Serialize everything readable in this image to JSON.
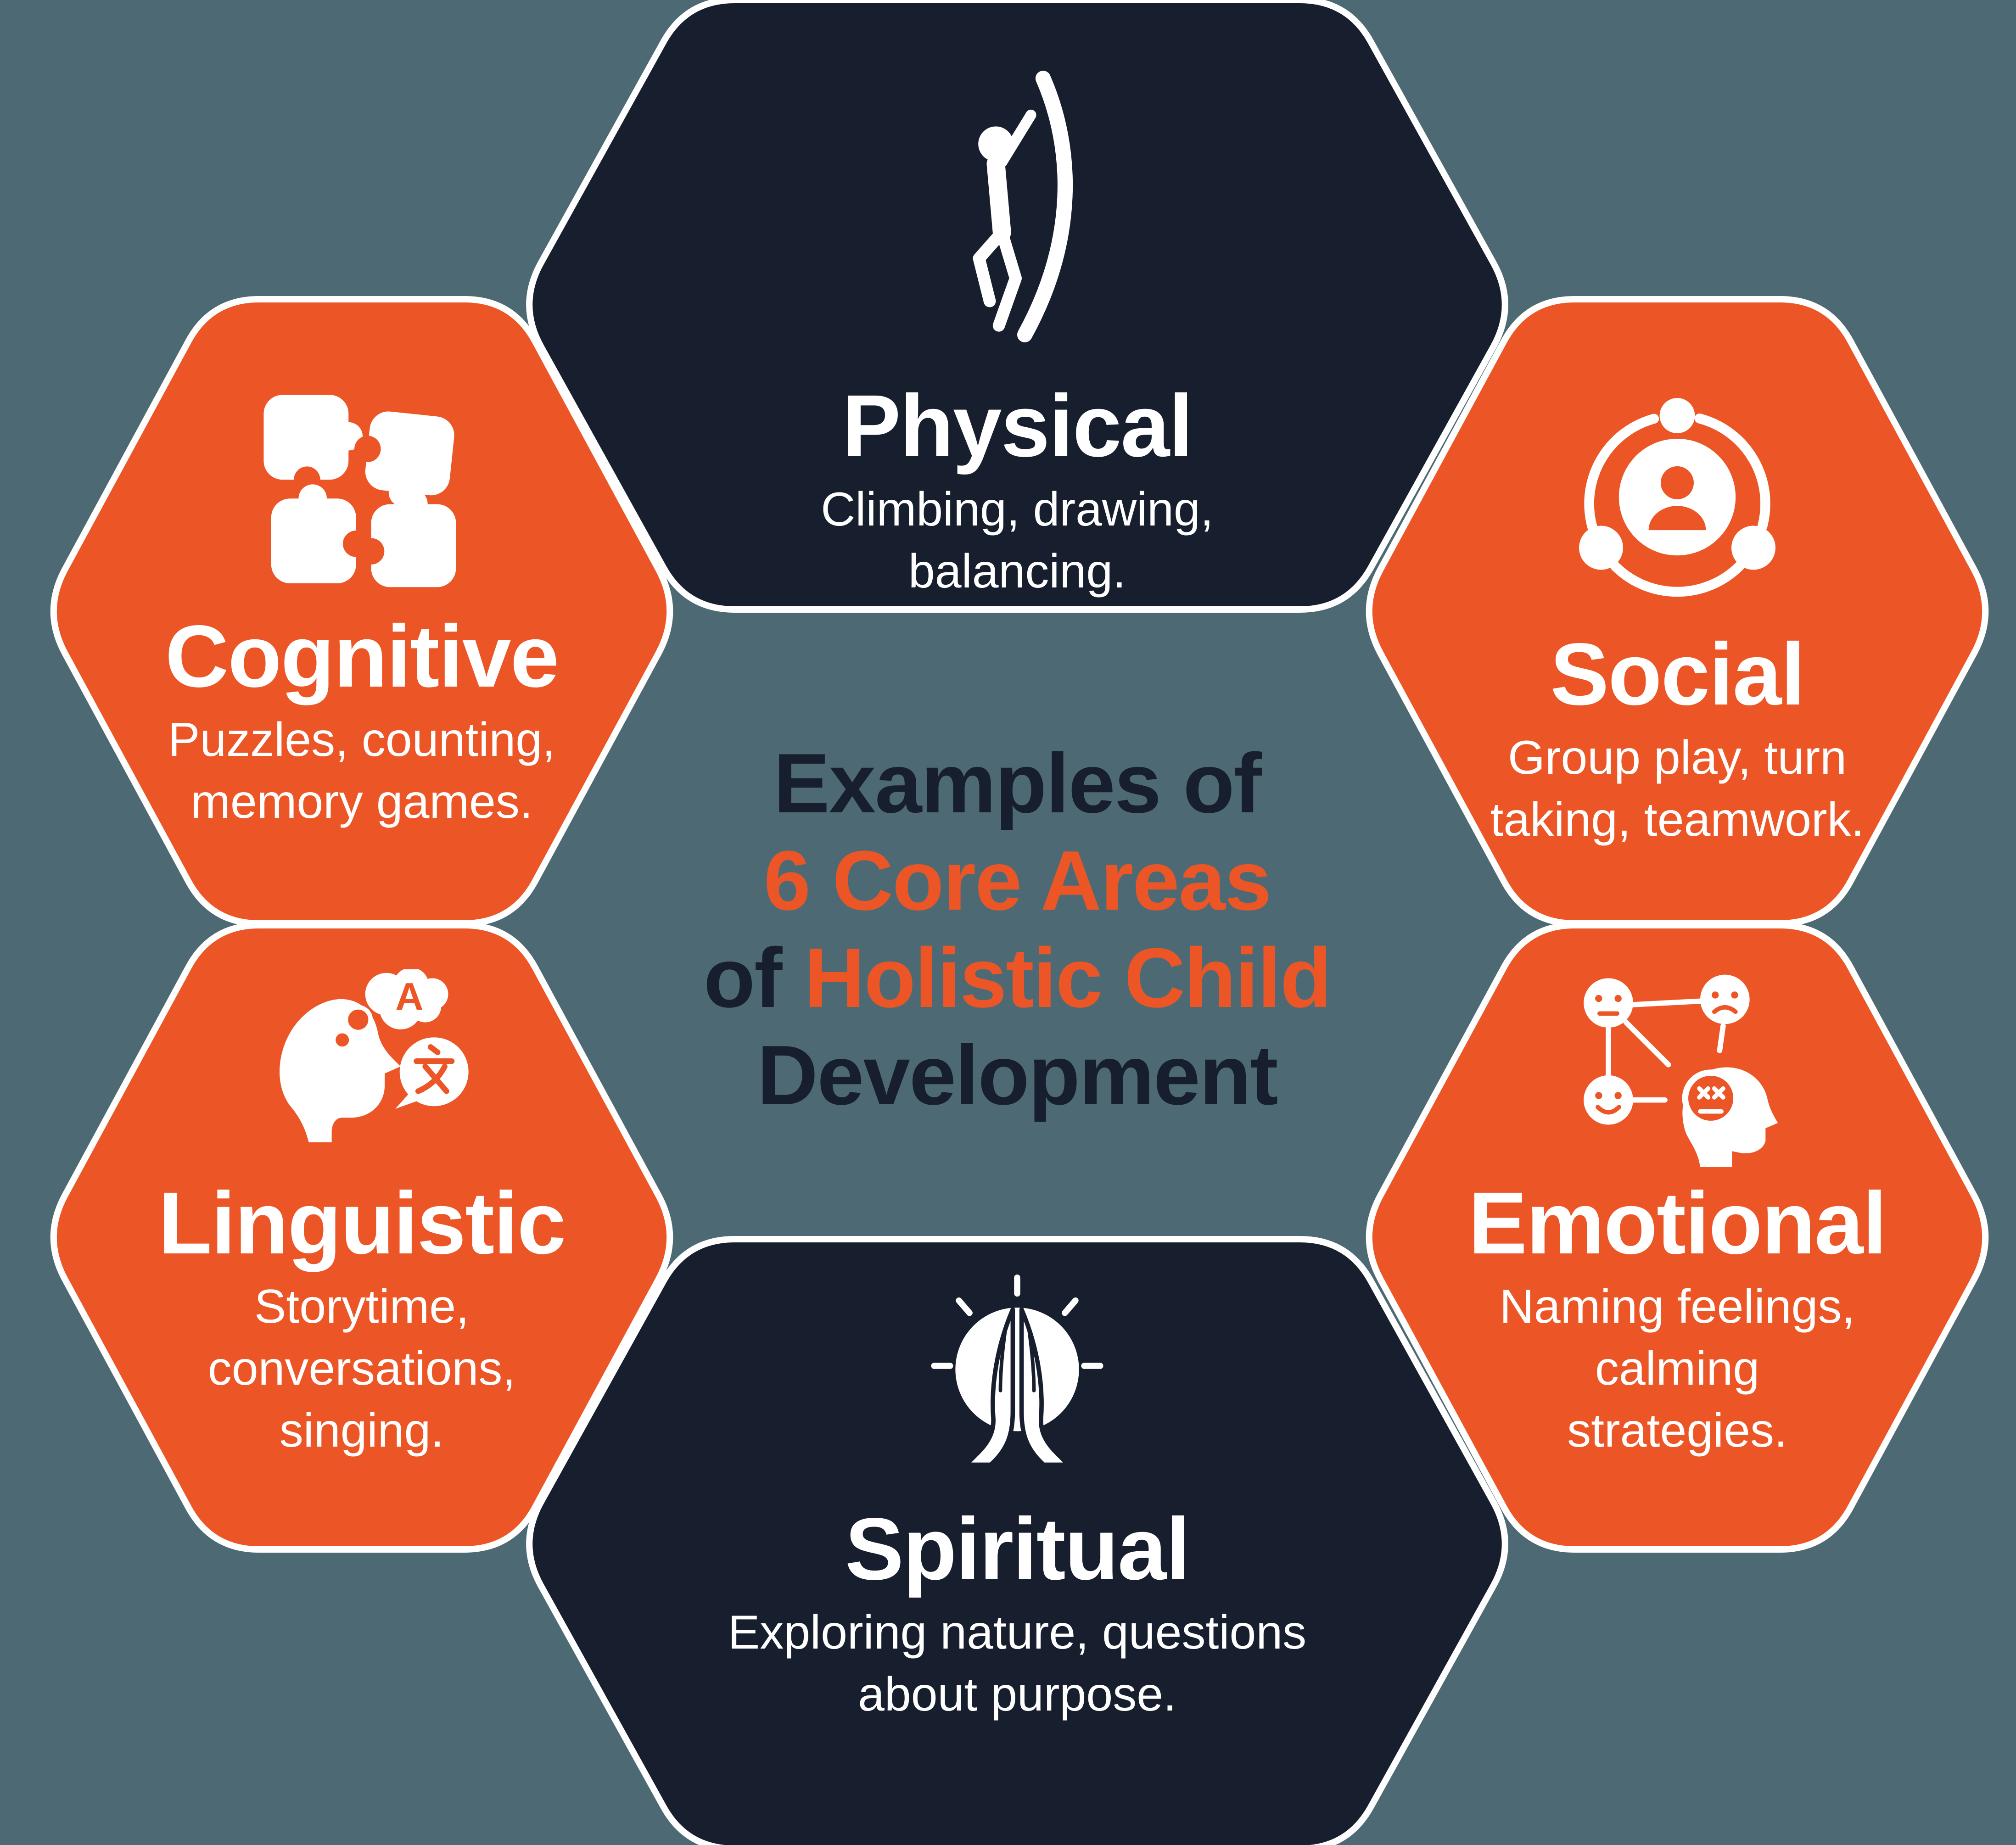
{
  "palette": {
    "orange": "#EC5627",
    "navy": "#171F2E",
    "background": "#4D6A74",
    "white": "#FFFFFF"
  },
  "center_title": {
    "lines": [
      {
        "segments": [
          {
            "text": "Examples of",
            "color": "navy"
          }
        ]
      },
      {
        "segments": [
          {
            "text": "6 Core Areas",
            "color": "orange"
          }
        ]
      },
      {
        "segments": [
          {
            "text": "of ",
            "color": "navy"
          },
          {
            "text": "Holistic Child",
            "color": "orange"
          }
        ]
      },
      {
        "segments": [
          {
            "text": "Development",
            "color": "navy"
          }
        ]
      }
    ]
  },
  "hexagons": [
    {
      "id": "physical",
      "title": "Physical",
      "theme": "navy",
      "icon": "climbing-person-icon",
      "desc": [
        "Climbing, drawing,",
        "balancing."
      ]
    },
    {
      "id": "cognitive",
      "title": "Cognitive",
      "theme": "orange",
      "icon": "puzzle-pieces-icon",
      "desc": [
        "Puzzles, counting,",
        "memory games."
      ]
    },
    {
      "id": "social",
      "title": "Social",
      "theme": "orange",
      "icon": "person-network-icon",
      "desc": [
        "Group play, turn",
        "taking, teamwork."
      ]
    },
    {
      "id": "linguistic",
      "title": "Linguistic",
      "theme": "orange",
      "icon": "head-language-speech-icon",
      "desc": [
        "Storytime,",
        "conversations,",
        "singing."
      ]
    },
    {
      "id": "emotional",
      "title": "Emotional",
      "theme": "orange",
      "icon": "feelings-network-icon",
      "desc": [
        "Naming feelings,",
        "calming",
        "strategies."
      ]
    },
    {
      "id": "spiritual",
      "title": "Spiritual",
      "theme": "navy",
      "icon": "praying-hands-icon",
      "desc": [
        "Exploring nature, questions",
        "about purpose."
      ]
    }
  ]
}
